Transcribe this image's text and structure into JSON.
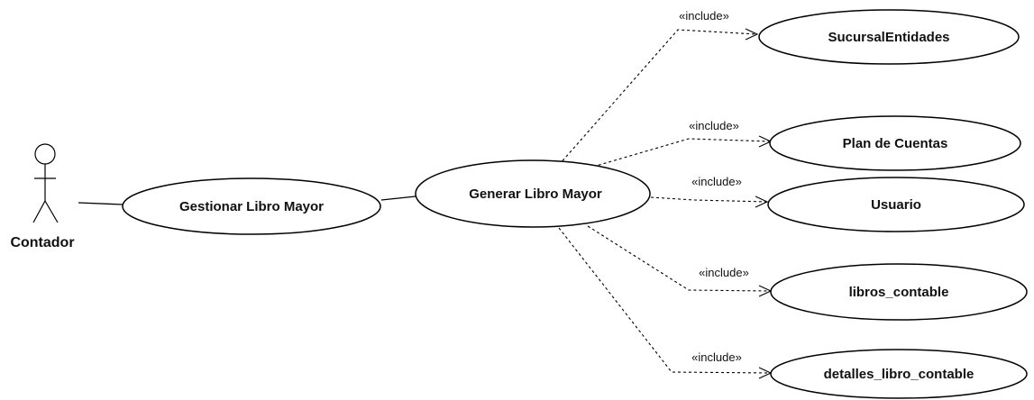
{
  "actor": {
    "label": "Contador"
  },
  "use_cases": {
    "main": "Gestionar Libro Mayor",
    "generate": "Generar Libro Mayor",
    "included": [
      "SucursalEntidades",
      "Plan de Cuentas",
      "Usuario",
      "libros_contable",
      "detalles_libro_contable"
    ]
  },
  "relationships": {
    "include_label": "«include»"
  }
}
